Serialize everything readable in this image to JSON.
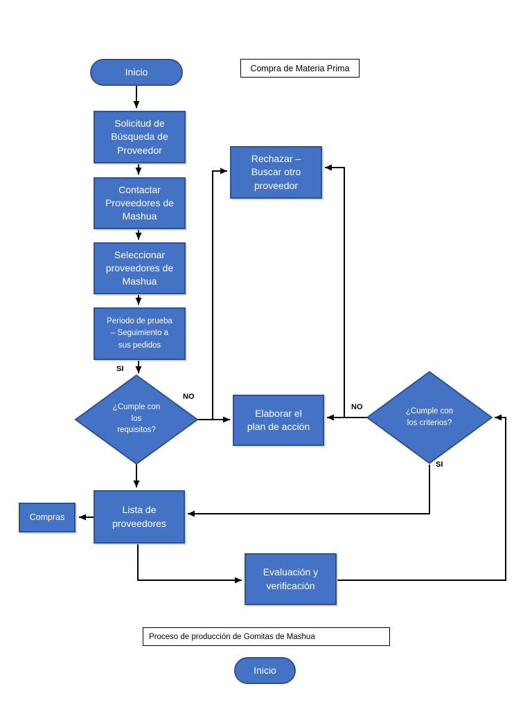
{
  "colors": {
    "shape_fill": "#4472C4",
    "shape_border": "#2F528F",
    "connector": "#000000",
    "canvas_bg": "#ffffff",
    "shape_text": "#ffffff",
    "title_text": "#000000"
  },
  "titles": {
    "section_top": "Compra de Materia Prima",
    "section_bottom": "Proceso de producción de Gomitas de Mashua"
  },
  "nodes": {
    "start_top": {
      "label": "Inicio"
    },
    "solicitud": {
      "label": "Solicitud de Búsqueda de Proveedor"
    },
    "contactar": {
      "label": "Contactar Proveedores de Mashua"
    },
    "seleccionar": {
      "label": "Seleccionar proveedores de Mashua"
    },
    "periodo": {
      "label": "Periodo de prueba – Seguimiento a sus pedidos"
    },
    "rechazar": {
      "label": "Rechazar – Buscar otro proveedor"
    },
    "decision_requisitos": {
      "label": "¿Cumple con los requisitos?"
    },
    "elaborar": {
      "label": "Elaborar el plan de acción"
    },
    "decision_criterios": {
      "label": "¿Cumple con los criterios?"
    },
    "lista": {
      "label": "Lista de proveedores"
    },
    "compras": {
      "label": "Compras"
    },
    "evaluacion": {
      "label": "Evaluación y verificación"
    },
    "start_bottom": {
      "label": "Inicio"
    }
  },
  "edge_labels": {
    "requisitos_si": "SI",
    "requisitos_no": "NO",
    "criterios_no": "NO",
    "criterios_si": "SI"
  }
}
